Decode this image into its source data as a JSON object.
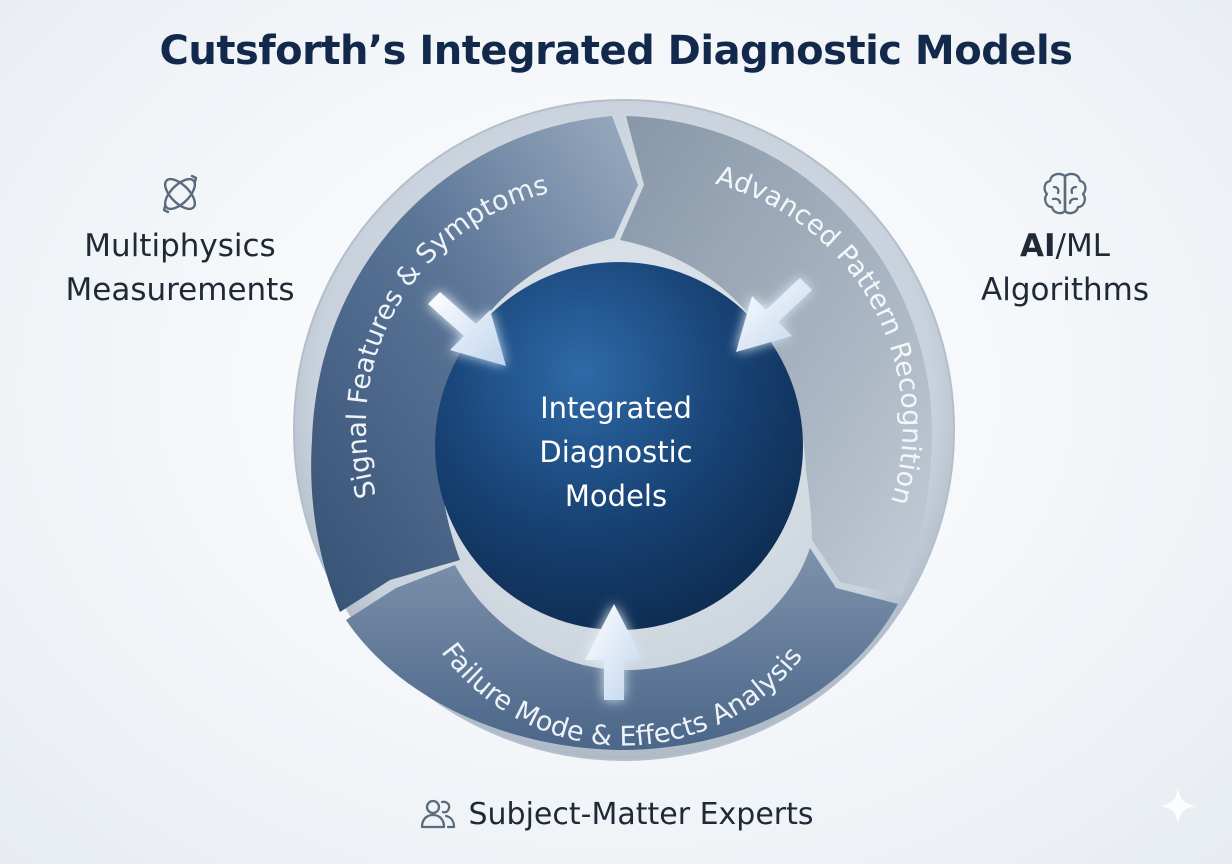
{
  "title": "Cutsforth’s Integrated Diagnostic Models",
  "inputs": {
    "left": {
      "icon": "orbit-arrows-icon",
      "line1": "Multiphysics",
      "line2": "Measurements"
    },
    "right": {
      "icon": "brain-icon",
      "line1_bold": "AI",
      "line1_rest": "/ML",
      "line2": "Algorithms"
    },
    "bottom": {
      "icon": "people-icon",
      "label": "Subject-Matter Experts"
    }
  },
  "ring_segments": [
    {
      "label": "Signal Features & Symptoms"
    },
    {
      "label": "Advanced Pattern Recognition"
    },
    {
      "label": "Failure Mode & Effects Analysis"
    }
  ],
  "center": {
    "line1": "Integrated",
    "line2": "Diagnostic",
    "line3": "Models"
  },
  "colors": {
    "title": "#13294b",
    "center_dark": "#123a66",
    "ring_dark": "#3f5c7f",
    "ring_light": "#a9b6c4"
  }
}
